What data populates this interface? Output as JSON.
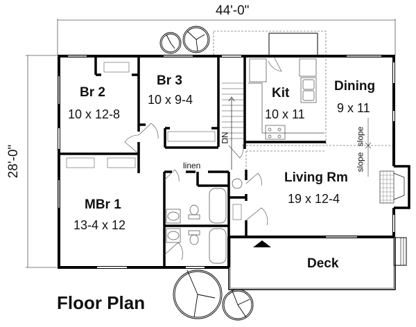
{
  "title": "Floor Plan",
  "dimensions": {
    "width": "44'-0\"",
    "depth": "28'-0\""
  },
  "rooms": [
    {
      "name": "Br 2",
      "size": "10 x 12-8"
    },
    {
      "name": "Br 3",
      "size": "10 x 9-4"
    },
    {
      "name": "Kit",
      "size": "10 x 11"
    },
    {
      "name": "Dining",
      "size": "9 x 11"
    },
    {
      "name": "MBr 1",
      "size": "13-4 x 12"
    },
    {
      "name": "Living Rm",
      "size": "19 x 12-4"
    },
    {
      "name": "Deck",
      "size": ""
    }
  ],
  "annotations": {
    "linen": "linen",
    "stairs": "DN",
    "slope_a": "slope",
    "slope_b": "slope"
  },
  "colors": {
    "wall": "#000000",
    "line": "#333333",
    "background": "#ffffff"
  }
}
